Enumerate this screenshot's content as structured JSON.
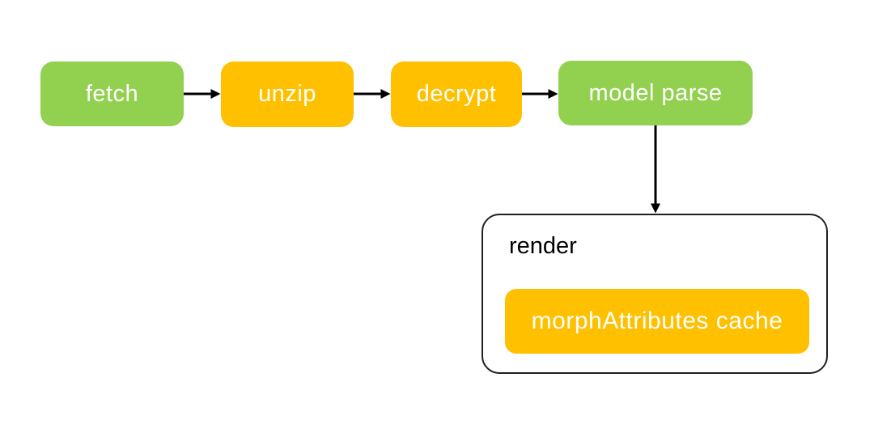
{
  "diagram": {
    "type": "flowchart",
    "background": "#ffffff",
    "colors": {
      "node_green": "#92d050",
      "node_orange": "#ffc000",
      "node_text": "#ffffff",
      "container_fill": "#ffffff",
      "container_border": "#1f1f1f",
      "container_text": "#000000",
      "arrow": "#000000"
    },
    "nodes": [
      {
        "id": "fetch",
        "label": "fetch",
        "color": "#92d050"
      },
      {
        "id": "unzip",
        "label": "unzip",
        "color": "#ffc000"
      },
      {
        "id": "decrypt",
        "label": "decrypt",
        "color": "#ffc000"
      },
      {
        "id": "model-parse",
        "label": "model parse",
        "color": "#92d050"
      }
    ],
    "container": {
      "id": "render",
      "label": "render",
      "children": [
        {
          "id": "morph-attributes-cache",
          "label": "morphAttributes cache",
          "color": "#ffc000"
        }
      ]
    },
    "edges": [
      {
        "from": "fetch",
        "to": "unzip"
      },
      {
        "from": "unzip",
        "to": "decrypt"
      },
      {
        "from": "decrypt",
        "to": "model-parse"
      },
      {
        "from": "model-parse",
        "to": "render"
      }
    ]
  }
}
